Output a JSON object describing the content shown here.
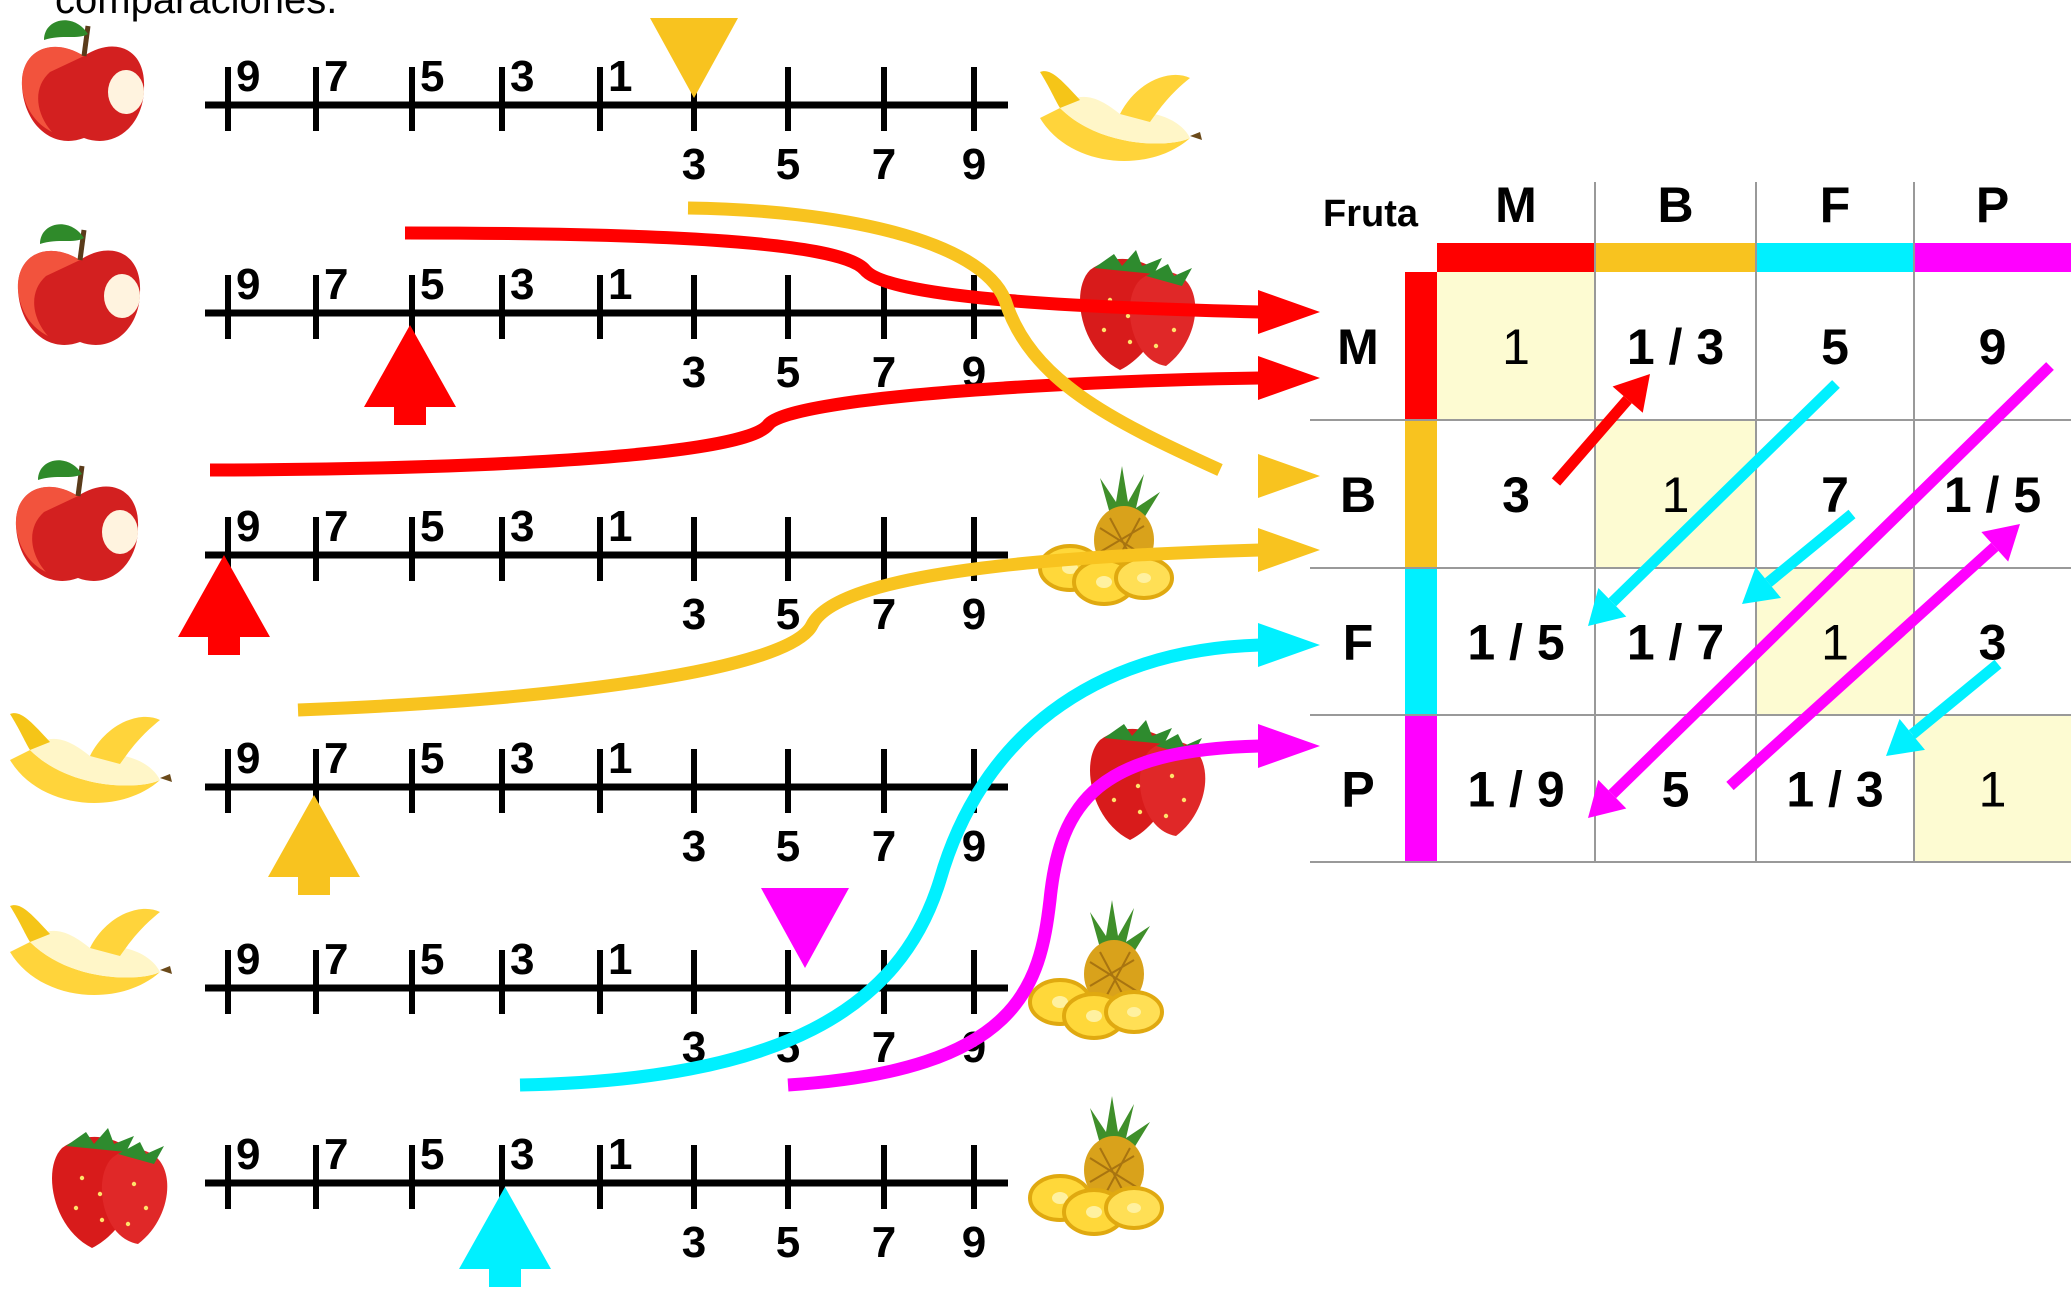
{
  "caption": "comparaciones.",
  "colors": {
    "manzana": "#ff0000",
    "banana": "#f8c31f",
    "frutilla": "#00f0ff",
    "pina": "#ff00ff",
    "diagonal_fill": "#fdfbd2",
    "grid": "#999999"
  },
  "scales": {
    "left_ticks": [
      "9",
      "7",
      "5",
      "3",
      "1"
    ],
    "right_ticks": [
      "3",
      "5",
      "7",
      "9"
    ],
    "rows": [
      {
        "left_fruit": "apple-icon",
        "right_fruit": "banana-icon",
        "marker": "down",
        "marker_color": "banana",
        "selected": "3 right"
      },
      {
        "left_fruit": "apple-icon",
        "right_fruit": "strawberry-icon",
        "marker": "up",
        "marker_color": "manzana",
        "selected": "5 left"
      },
      {
        "left_fruit": "apple-icon",
        "right_fruit": "pineapple-icon",
        "marker": "up",
        "marker_color": "manzana",
        "selected": "9 left"
      },
      {
        "left_fruit": "banana-icon",
        "right_fruit": "strawberry-icon",
        "marker": "up",
        "marker_color": "banana",
        "selected": "7 left"
      },
      {
        "left_fruit": "banana-icon",
        "right_fruit": "pineapple-icon",
        "marker": "down",
        "marker_color": "pina",
        "selected": "5 right"
      },
      {
        "left_fruit": "strawberry-icon",
        "right_fruit": "pineapple-icon",
        "marker": "up",
        "marker_color": "frutilla",
        "selected": "3 left"
      }
    ]
  },
  "matrix": {
    "corner_label": "Fruta",
    "columns": [
      "M",
      "B",
      "F",
      "P"
    ],
    "rows": [
      "M",
      "B",
      "F",
      "P"
    ],
    "cells": [
      [
        "1",
        "1 / 3",
        "5",
        "9"
      ],
      [
        "3",
        "1",
        "7",
        "1 / 5"
      ],
      [
        "1 / 5",
        "1 / 7",
        "1",
        "3"
      ],
      [
        "1 / 9",
        "5",
        "1 / 3",
        "1"
      ]
    ]
  }
}
